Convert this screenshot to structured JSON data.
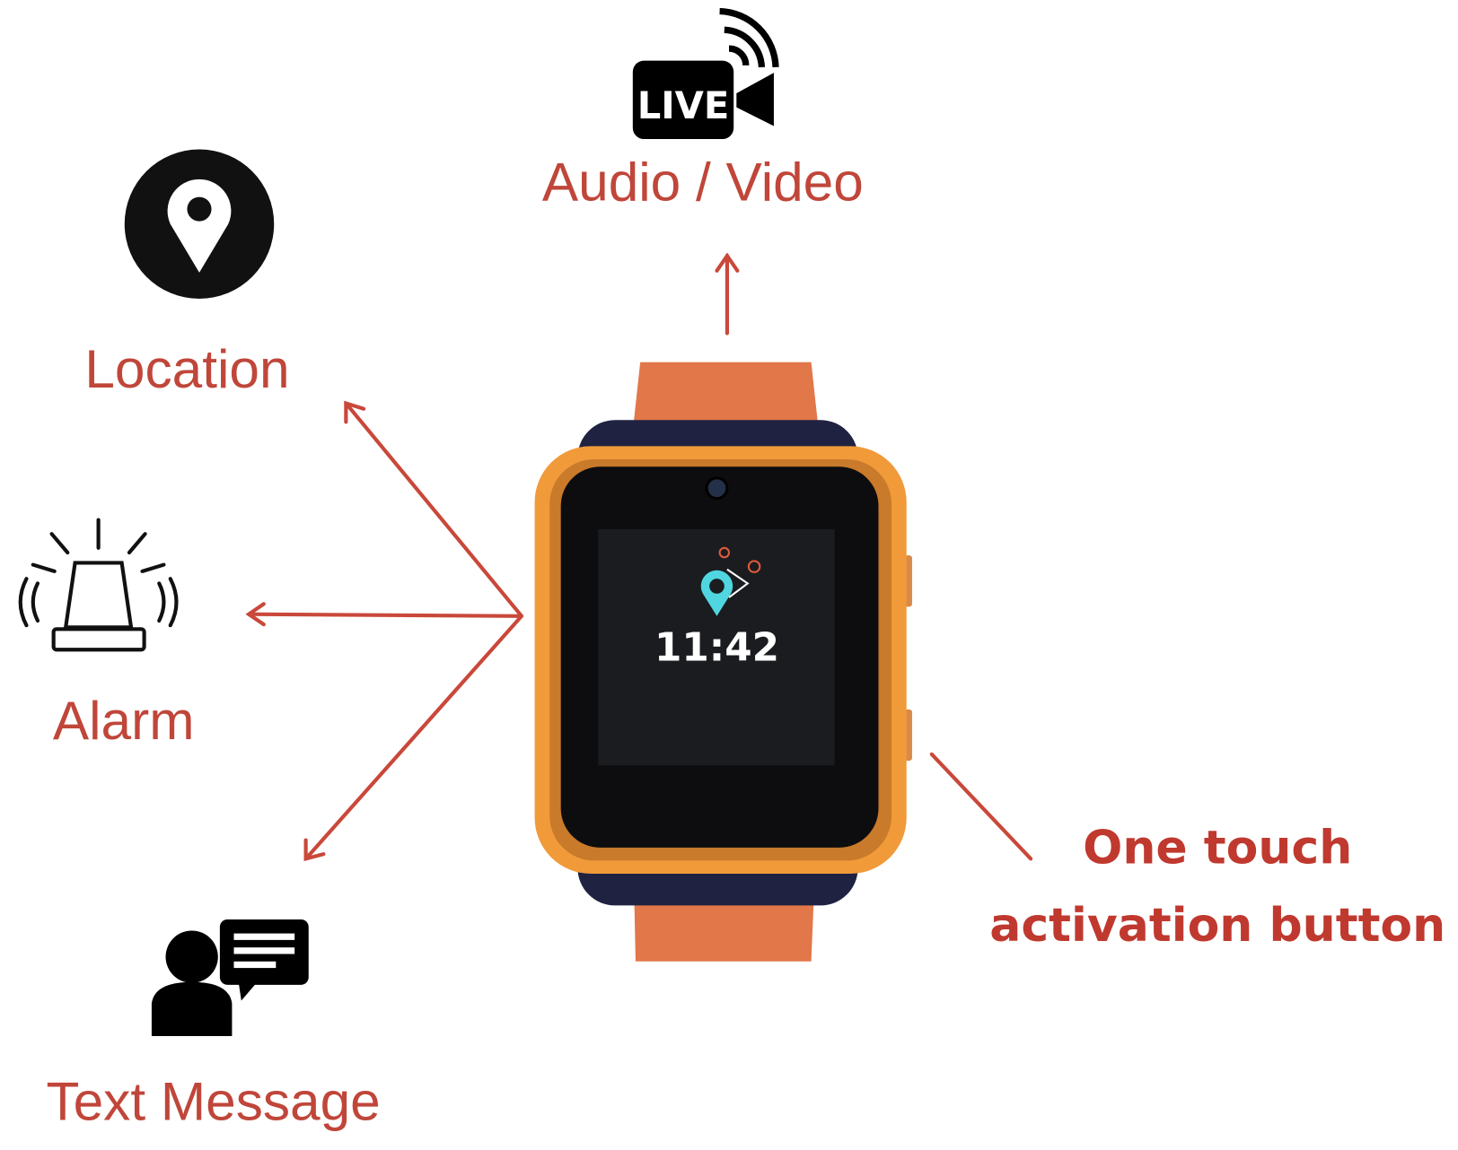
{
  "features": {
    "audio_video": {
      "label": "Audio / Video",
      "icon": "live-video-icon",
      "icon_text": "LIVE"
    },
    "location": {
      "label": "Location",
      "icon": "location-pin-icon"
    },
    "alarm": {
      "label": "Alarm",
      "icon": "siren-icon"
    },
    "text_message": {
      "label": "Text Message",
      "icon": "chat-user-icon"
    },
    "activation": {
      "line1": "One touch",
      "line2": "activation button"
    }
  },
  "watch": {
    "time": "11:42"
  },
  "colors": {
    "label": "#c0463a",
    "strap": "#e2774a",
    "bezel": "#f09a3a",
    "case": "#1f2240"
  }
}
